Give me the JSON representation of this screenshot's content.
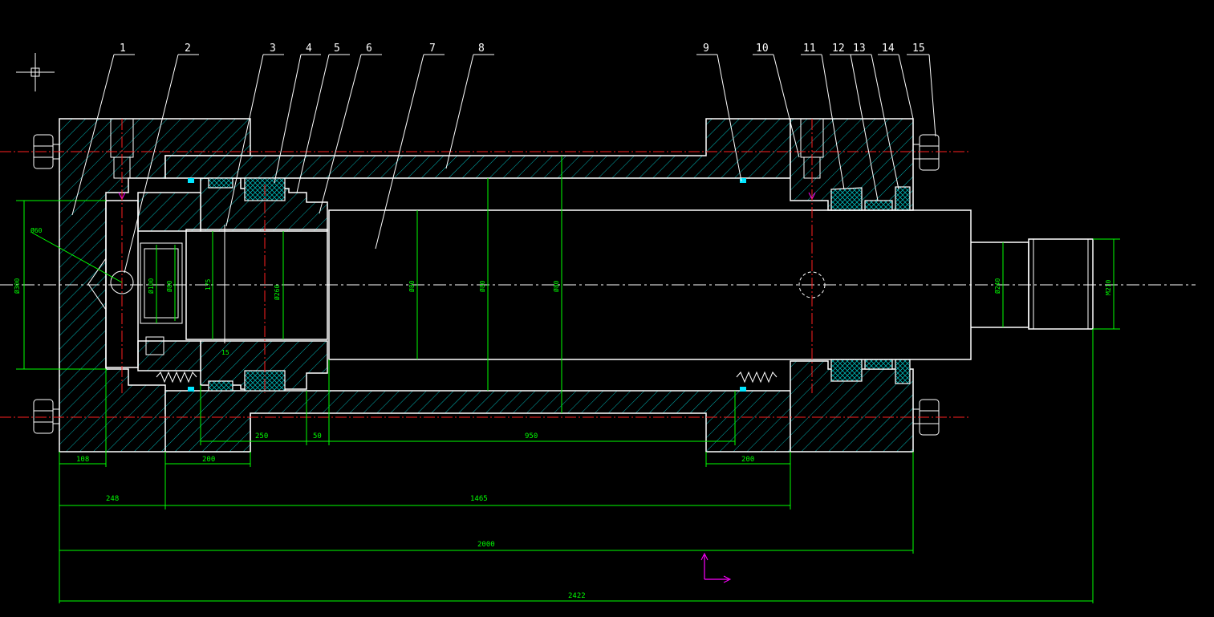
{
  "drawing": {
    "balloons": [
      "1",
      "2",
      "3",
      "4",
      "5",
      "6",
      "7",
      "8",
      "9",
      "10",
      "11",
      "12",
      "13",
      "14",
      "15"
    ],
    "dimensions": {
      "horizontal": [
        "108",
        "200",
        "248",
        "1465",
        "2000",
        "2422",
        "250",
        "50",
        "950",
        "200"
      ],
      "vertical": [
        "Ø60",
        "Ø300",
        "Ø100",
        "Ø80",
        "175",
        "Ø260",
        "Ø80",
        "Ø80",
        "Ø80",
        "Ø240",
        "M210",
        "15"
      ]
    },
    "colors": {
      "background": "#000000",
      "outline": "#ffffff",
      "dimension": "#00ff00",
      "centerline": "#ff2020",
      "accent": "#00e5ff",
      "ucs": "#ff00ff"
    },
    "icons": [
      "crosshair-cursor-icon",
      "ucs-icon"
    ]
  }
}
